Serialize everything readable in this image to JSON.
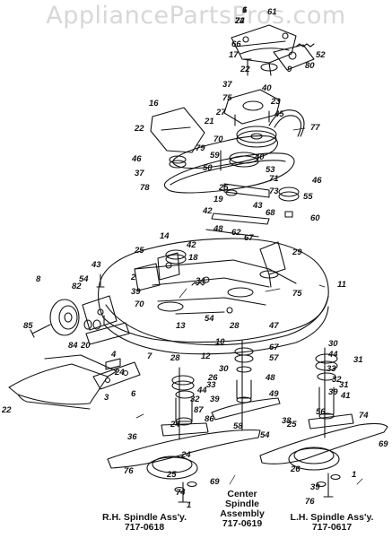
{
  "watermark": "AppliancePartsPros.com",
  "captions": {
    "rh_line1": "R.H. Spindle Ass'y.",
    "rh_line2": "717-0618",
    "center_line1": "Center",
    "center_line2": "Spindle",
    "center_line3": "Assembly",
    "center_line4": "717-0619",
    "lh_line1": "L.H. Spindle Ass'y.",
    "lh_line2": "717-0617"
  },
  "callouts": [
    "6",
    "72",
    "61",
    "66",
    "17",
    "22",
    "52",
    "80",
    "9",
    "40",
    "37",
    "75",
    "23",
    "27",
    "16",
    "21",
    "45",
    "77",
    "22",
    "70",
    "79",
    "46",
    "37",
    "40",
    "53",
    "71",
    "59",
    "50",
    "78",
    "46",
    "25",
    "19",
    "73",
    "55",
    "42",
    "68",
    "60",
    "43",
    "48",
    "62",
    "67",
    "14",
    "42",
    "25",
    "18",
    "43",
    "8",
    "82",
    "54",
    "2",
    "39",
    "29",
    "34",
    "85",
    "84",
    "20",
    "70",
    "75",
    "11",
    "13",
    "54",
    "10",
    "28",
    "67",
    "57",
    "47",
    "30",
    "44",
    "33",
    "32",
    "31",
    "39",
    "26",
    "48",
    "49",
    "56",
    "38",
    "58",
    "54",
    "24",
    "87",
    "86",
    "36",
    "76",
    "74",
    "69",
    "25",
    "1",
    "24",
    "22",
    "4",
    "6",
    "3",
    "7",
    "28",
    "12",
    "30",
    "33",
    "44",
    "32",
    "39",
    "31",
    "41",
    "26",
    "39",
    "1",
    "69",
    "25",
    "74",
    "24",
    "76",
    "1",
    "24"
  ]
}
